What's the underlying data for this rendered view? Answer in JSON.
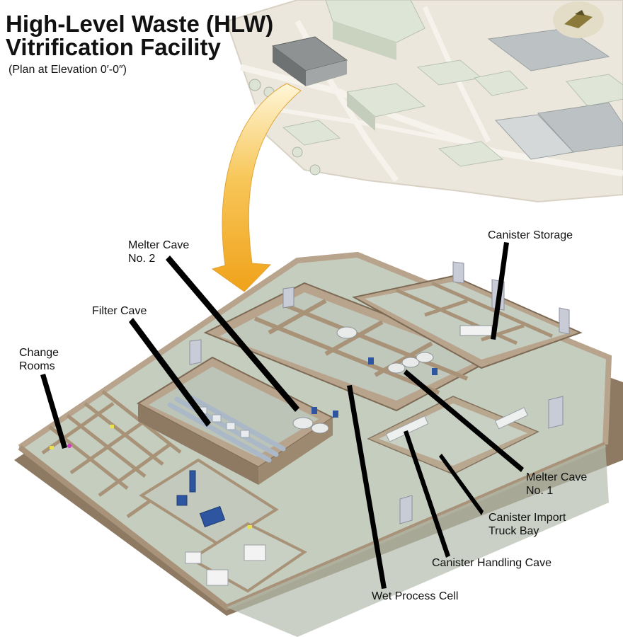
{
  "title": {
    "line1": "High-Level Waste (HLW)",
    "line2": "Vitrification Facility",
    "subtitle": "(Plan at Elevation 0′-0″)"
  },
  "callouts": {
    "melter_cave_2": [
      "Melter Cave",
      "No. 2"
    ],
    "canister_storage": [
      "Canister Storage"
    ],
    "filter_cave": [
      "Filter Cave"
    ],
    "change_rooms": [
      "Change",
      "Rooms"
    ],
    "melter_cave_1": [
      "Melter Cave",
      "No. 1"
    ],
    "canister_import": [
      "Canister Import",
      "Truck Bay"
    ],
    "canister_handling": [
      "Canister Handling Cave"
    ],
    "wet_process": [
      "Wet Process Cell"
    ]
  },
  "icons": {
    "compass": "north-arrow-compass-icon",
    "pointer": "location-arrow-icon"
  },
  "colors": {
    "floor": "#c5cdbf",
    "wall_top": "#b8a48c",
    "wall_side": "#8e7a62",
    "site_ground": "#e9e4d8",
    "equipment_blue": "#2e55a0",
    "arrow_gold": "#f0a21a"
  }
}
